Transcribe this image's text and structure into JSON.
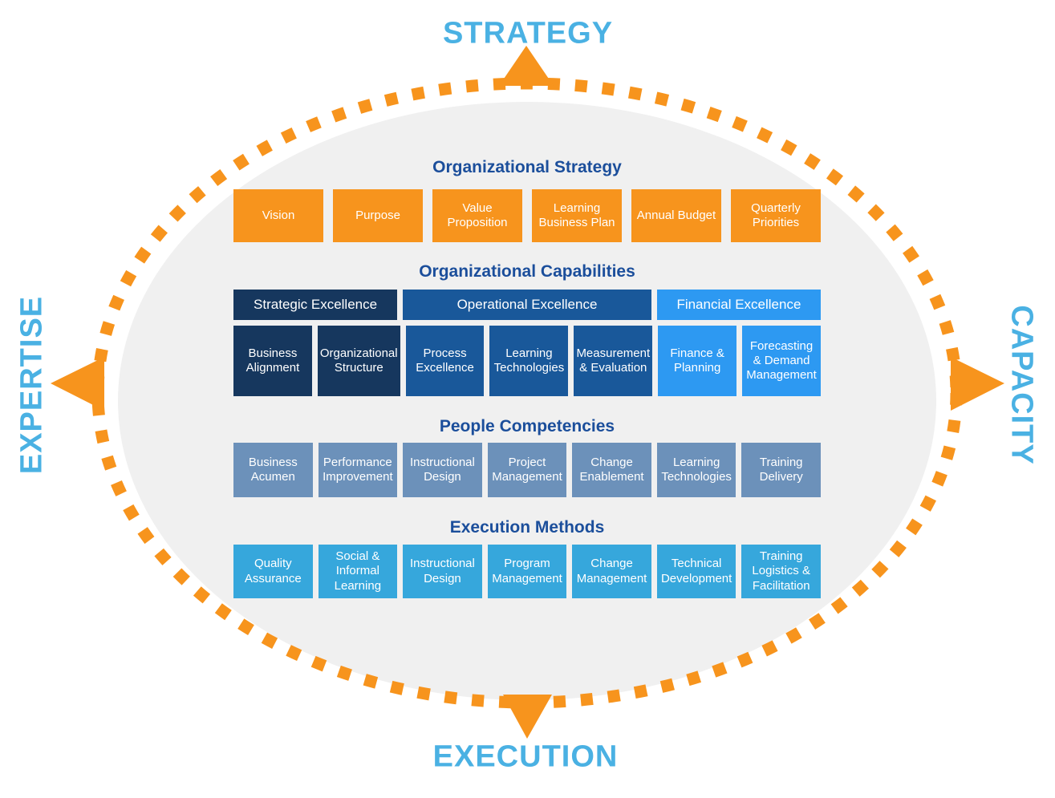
{
  "palette": {
    "orange": "#F7941D",
    "label_light_blue": "#4AB1E3",
    "section_header_blue": "#1B4E9B",
    "dark_navy": "#16375E",
    "medium_blue": "#19589A",
    "bright_blue": "#2D99F2",
    "slate_blue": "#6C91BA",
    "sky_blue": "#36A7DC",
    "ellipse_gray": "#F0F0F0",
    "box_text": "#FFFFFF"
  },
  "outer_labels": {
    "top": "STRATEGY",
    "bottom": "EXECUTION",
    "left": "EXPERTISE",
    "right": "CAPACITY"
  },
  "sections": [
    {
      "title": "Organizational Strategy",
      "items": [
        "Vision",
        "Purpose",
        "Value Proposition",
        "Learning Business Plan",
        "Annual Budget",
        "Quarterly Priorities"
      ]
    },
    {
      "title": "Organizational Capabilities",
      "groups": [
        {
          "label": "Strategic Excellence"
        },
        {
          "label": "Operational Excellence"
        },
        {
          "label": "Financial Excellence"
        }
      ],
      "items": [
        {
          "label": "Business Alignment"
        },
        {
          "label": "Organizational Structure"
        },
        {
          "label": "Process Excellence"
        },
        {
          "label": "Learning Technologies"
        },
        {
          "label": "Measurement & Evaluation"
        },
        {
          "label": "Finance & Planning"
        },
        {
          "label": "Forecasting & Demand Management"
        }
      ]
    },
    {
      "title": "People Competencies",
      "items": [
        "Business Acumen",
        "Performance Improvement",
        "Instructional Design",
        "Project Management",
        "Change Enablement",
        "Learning Technologies",
        "Training Delivery"
      ]
    },
    {
      "title": "Execution Methods",
      "items": [
        "Quality Assurance",
        "Social & Informal Learning",
        "Instructional Design",
        "Program Management",
        "Change Management",
        "Technical Development",
        "Training Logistics & Facilitation"
      ]
    }
  ]
}
